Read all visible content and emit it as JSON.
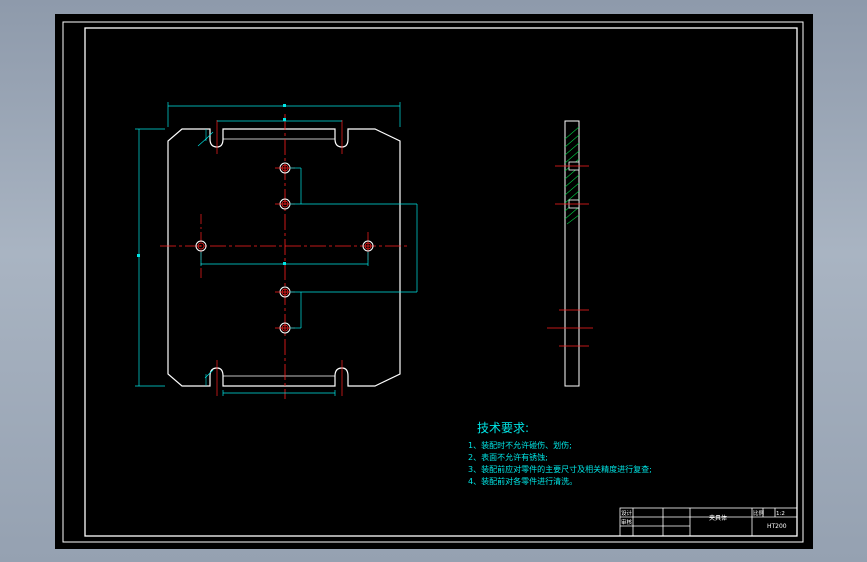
{
  "tech_requirements": {
    "title": "技术要求:",
    "items": [
      "1、装配时不允许碰伤、划伤;",
      "2、表面不允许有锈蚀;",
      "3、装配前应对零件的主要尺寸及相关精度进行复查;",
      "4、装配前对各零件进行清洗。"
    ]
  },
  "title_block": {
    "design_label": "设计",
    "check_label": "审核",
    "part_name": "夹具体",
    "scale_label": "比例",
    "scale_value": "1:2",
    "material": "HT200"
  },
  "colors": {
    "viewport_bg": "#000000",
    "outline": "#ffffff",
    "dimension": "#00e5e5",
    "centerline": "#ff2020",
    "hatch": "#00cc44",
    "text": "#00e5e5"
  }
}
